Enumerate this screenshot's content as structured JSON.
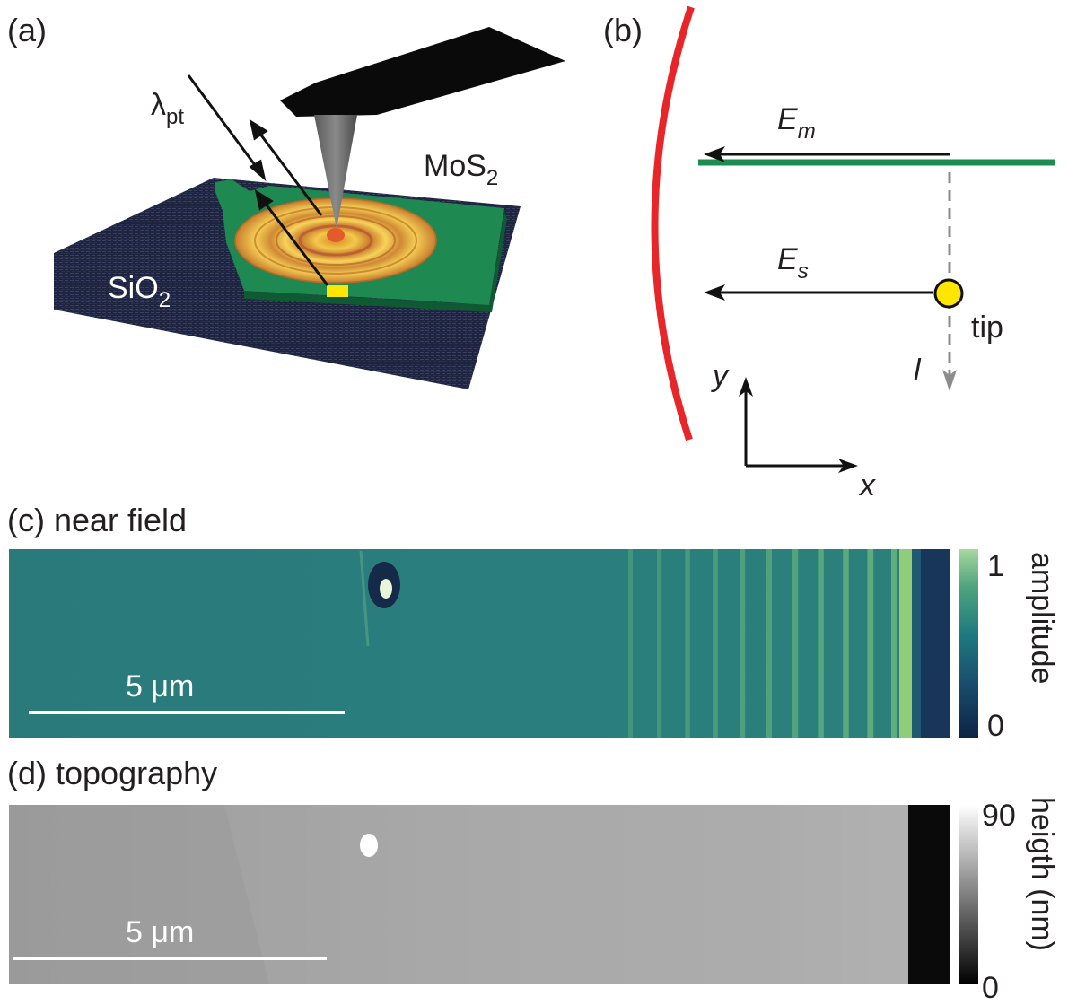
{
  "panel_a": {
    "label": "(a)",
    "lambda_symbol": "λ",
    "lambda_sub": "pt",
    "mos2_text": "MoS",
    "mos2_sub": "2",
    "sio2_text": "SiO",
    "sio2_sub": "2"
  },
  "panel_b": {
    "label": "(b)",
    "em_symbol": "E",
    "em_sub": "m",
    "es_symbol": "E",
    "es_sub": "s",
    "tip_label": "tip",
    "l_label": "l",
    "y_axis": "y",
    "x_axis": "x"
  },
  "panel_c": {
    "title": "(c) near field",
    "scalebar": "5 μm",
    "colorbar_title": "amplitude",
    "colorbar_max": "1",
    "colorbar_min": "0",
    "colormap": [
      "#0e2345",
      "#1a4f6e",
      "#1f7a80",
      "#4fa37e",
      "#a8d8a0"
    ]
  },
  "panel_d": {
    "title": "(d) topography",
    "scalebar": "5 μm",
    "colorbar_title": "heigth (nm)",
    "colorbar_max": "90",
    "colorbar_min": "0",
    "colormap": [
      "#000000",
      "#ffffff"
    ]
  },
  "colors": {
    "mirror": "#e8262a",
    "beam": "#1e8c4e",
    "tip": "#ffe600",
    "mos2": "#1e8a52",
    "substrate": "#1e2440"
  }
}
